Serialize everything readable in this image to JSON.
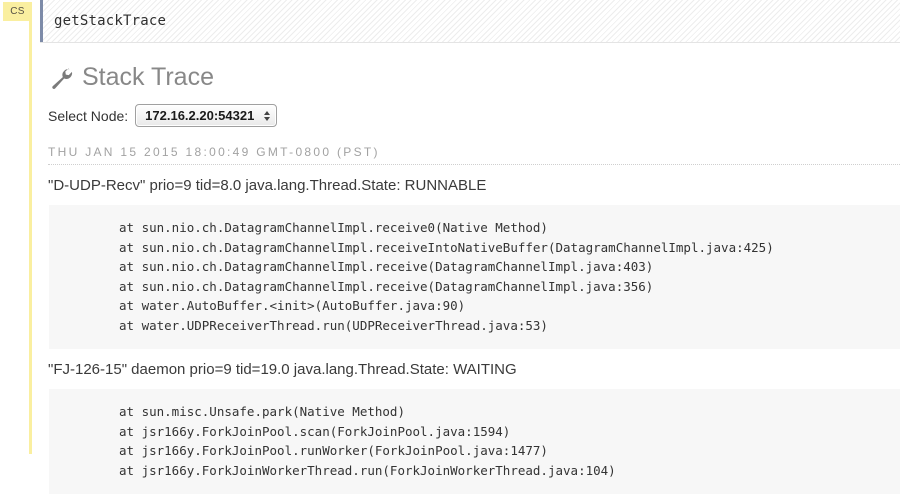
{
  "annotation": {
    "badge_label": "CS"
  },
  "cell": {
    "command_text": "getStackTrace"
  },
  "page": {
    "title": "Stack Trace",
    "title_icon": "wrench-icon",
    "node_label": "Select Node:",
    "node_selected": "172.16.2.20:54321",
    "timestamp": "THU JAN 15 2015 18:00:49 GMT-0800 (PST)"
  },
  "threads": [
    {
      "header": "\"D-UDP-Recv\" prio=9 tid=8.0 java.lang.Thread.State: RUNNABLE",
      "frames": [
        "at sun.nio.ch.DatagramChannelImpl.receive0(Native Method)",
        "at sun.nio.ch.DatagramChannelImpl.receiveIntoNativeBuffer(DatagramChannelImpl.java:425)",
        "at sun.nio.ch.DatagramChannelImpl.receive(DatagramChannelImpl.java:403)",
        "at sun.nio.ch.DatagramChannelImpl.receive(DatagramChannelImpl.java:356)",
        "at water.AutoBuffer.<init>(AutoBuffer.java:90)",
        "at water.UDPReceiverThread.run(UDPReceiverThread.java:53)"
      ]
    },
    {
      "header": "\"FJ-126-15\" daemon prio=9 tid=19.0 java.lang.Thread.State: WAITING",
      "frames": [
        "at sun.misc.Unsafe.park(Native Method)",
        "at jsr166y.ForkJoinPool.scan(ForkJoinPool.java:1594)",
        "at jsr166y.ForkJoinPool.runWorker(ForkJoinPool.java:1477)",
        "at jsr166y.ForkJoinWorkerThread.run(ForkJoinWorkerThread.java:104)"
      ]
    }
  ],
  "colors": {
    "annotation": "#faefa0",
    "cell_border": "#7d8ba8",
    "pre_background": "#f7f7f7",
    "title": "#888888"
  }
}
